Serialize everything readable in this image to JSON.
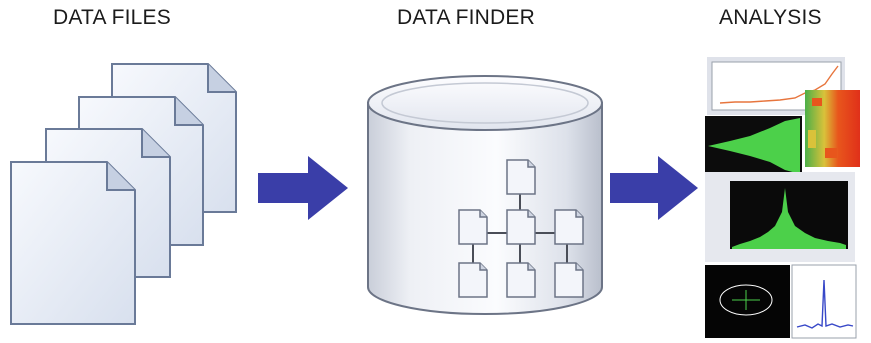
{
  "headings": {
    "data_files": "DATA FILES",
    "data_finder": "DATA FINDER",
    "analysis": "ANALYSIS"
  },
  "colors": {
    "arrow": "#3a3ea8",
    "doc_face": "#e9eef7",
    "doc_edge": "#6a7a98",
    "db_body": "#f1f3f8",
    "db_edge": "#6c7486",
    "spectrum_green": "#4cd04a",
    "heatmap_red": "#e23a17",
    "heatmap_green": "#4fae45",
    "plot_orange": "#e7753d",
    "plot_blue": "#3848c8"
  },
  "icons": [
    "document-stack-icon",
    "right-arrow-icon",
    "database-cylinder-icon",
    "tree-node-icon",
    "analysis-plot-thumbnail"
  ]
}
